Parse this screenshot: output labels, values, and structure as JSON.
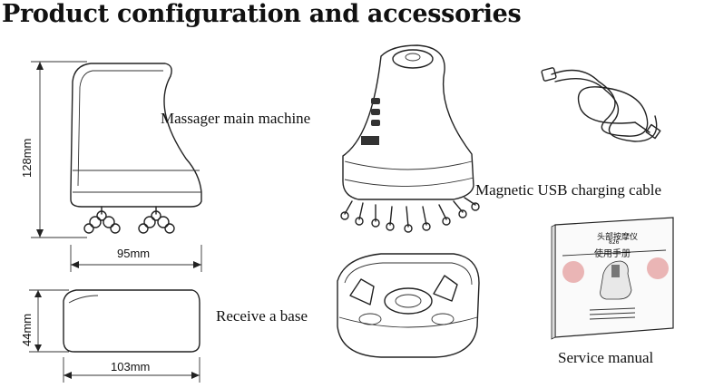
{
  "page": {
    "title": "Product configuration and accessories"
  },
  "labels": {
    "main_machine": "Massager main machine",
    "cable": "Magnetic USB charging cable",
    "base": "Receive a base",
    "manual": "Service manual"
  },
  "dimensions": {
    "height": "128mm",
    "width": "95mm",
    "base_height": "44mm",
    "base_width": "103mm"
  },
  "manual_cover": {
    "title_cn": "头部按摩仪",
    "model": "826",
    "subtitle_cn": "使用手册"
  }
}
